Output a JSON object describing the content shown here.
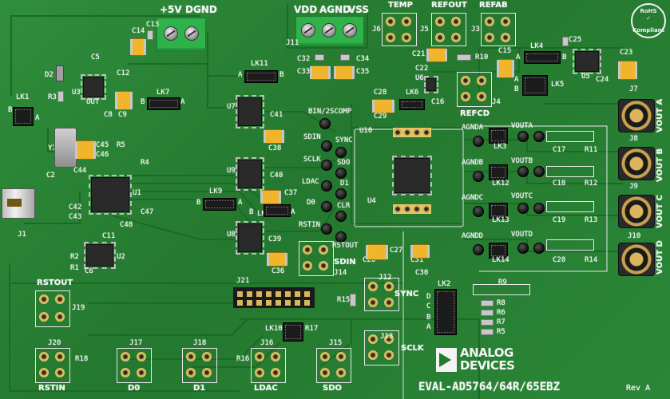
{
  "board": {
    "colors": {
      "pcb": "#2b8737",
      "silkscreen": "#f4f4f4",
      "terminal": "#2fb24a",
      "capacitor": "#f1b52c"
    },
    "power_labels": {
      "plus5v": "+5V",
      "dgnd": "DGND",
      "vdd": "VDD",
      "agnd": "AGND",
      "vss": "VSS"
    },
    "top_connectors": {
      "temp": "TEMP",
      "refout": "REFOUT",
      "refab": "REFAB",
      "refcd": "REFCD",
      "j6": "J6",
      "j5": "J5",
      "j3": "J3",
      "j4": "J4"
    },
    "vout_labels": {
      "a": "VOUT A",
      "b": "VOUT B",
      "c": "VOUT C",
      "d": "VOUT D"
    },
    "vout_jacks": {
      "j7": "J7",
      "j8": "J8",
      "j9": "J9",
      "j10": "J10"
    },
    "channel_labels": {
      "agnda": "AGNDA",
      "voutA": "VOUTA",
      "agndb": "AGNDB",
      "voutB": "VOUTB",
      "agndc": "AGNDC",
      "voutC": "VOUTC",
      "agndd": "AGNDD",
      "voutD": "VOUTD"
    },
    "signal_labels": {
      "bin2scomp": "BIN/2SCOMP",
      "sdin": "SDIN",
      "sync": "SYNC",
      "sclk": "SCLK",
      "sdo": "SDO",
      "ldac": "LDAC",
      "d1": "D1",
      "d0": "D0",
      "clr": "CLR",
      "rstin": "RSTIN",
      "rstout": "RSTOUT"
    },
    "bottom_labels": {
      "rstout": "RSTOUT",
      "rstin": "RSTIN",
      "d0": "D0",
      "d1": "D1",
      "ldac": "LDAC",
      "sdo": "SDO",
      "sdin": "SDIN",
      "sync": "SYNC",
      "sclk": "SCLK"
    },
    "connector_refs": {
      "j19": "J19",
      "j20": "J20",
      "j17": "J17",
      "j18": "J18",
      "j16": "J16",
      "j15": "J15",
      "j14": "J14",
      "j12": "J12",
      "j13": "J13",
      "j21": "J21",
      "j11": "J11",
      "j1": "J1"
    },
    "link_refs": {
      "lk1": "LK1",
      "lk2": "LK2",
      "lk3": "LK3",
      "lk4": "LK4",
      "lk5": "LK5",
      "lk6": "LK6",
      "lk7": "LK7",
      "lk8": "LK8",
      "lk9": "LK9",
      "lk10": "LK10",
      "lk11": "LK11",
      "lk12": "LK12",
      "lk13": "LK13",
      "lk14": "LK14"
    },
    "ic_refs": {
      "u1": "U1",
      "u2": "U2",
      "u3": "U3",
      "u4": "U4",
      "u5": "U5",
      "u6": "U6",
      "u7": "U7",
      "u8": "U8",
      "u9": "U9",
      "u10": "U10",
      "y1": "Y1"
    },
    "cap_refs": {
      "c2": "C2",
      "c5": "C5",
      "c6": "C6",
      "c9": "C9",
      "c11": "C11",
      "c12": "C12",
      "c13": "C13",
      "c14": "C14",
      "c15": "C15",
      "c16": "C16",
      "c17": "C17",
      "c18": "C18",
      "c19": "C19",
      "c20": "C20",
      "c21": "C21",
      "c22": "C22",
      "c23": "C23",
      "c24": "C24",
      "c25": "C25",
      "c26": "C26",
      "c27": "C27",
      "c28": "C28",
      "c29": "C29",
      "c30": "C30",
      "c31": "C31",
      "c32": "C32",
      "c33": "C33",
      "c34": "C34",
      "c35": "C35",
      "c36": "C36",
      "c37": "C37",
      "c38": "C38",
      "c39": "C39",
      "c40": "C40",
      "c41": "C41",
      "c42": "C42",
      "c43": "C43",
      "c44": "C44",
      "c45": "C45",
      "c46": "C46",
      "c47": "C47",
      "c48": "C48",
      "c8": "C8"
    },
    "res_refs": {
      "r1": "R1",
      "r2": "R2",
      "r3": "R3",
      "r4": "R4",
      "r5": "R5",
      "r6": "R6",
      "r7": "R7",
      "r8": "R8",
      "r9": "R9",
      "r10": "R10",
      "r11": "R11",
      "r12": "R12",
      "r13": "R13",
      "r14": "R14",
      "r15": "R15",
      "r16": "R16",
      "r17": "R17",
      "r18": "R18"
    },
    "misc_refs": {
      "d2": "D2",
      "out": "OUT",
      "a": "A",
      "b": "B",
      "c": "C",
      "d": "D"
    },
    "brand": {
      "line1": "ANALOG",
      "line2": "DEVICES"
    },
    "board_name": "EVAL-AD5764/64R/65EBZ",
    "revision": "Rev A",
    "rohs": {
      "top": "RoHS",
      "bottom": "Compliant"
    }
  }
}
